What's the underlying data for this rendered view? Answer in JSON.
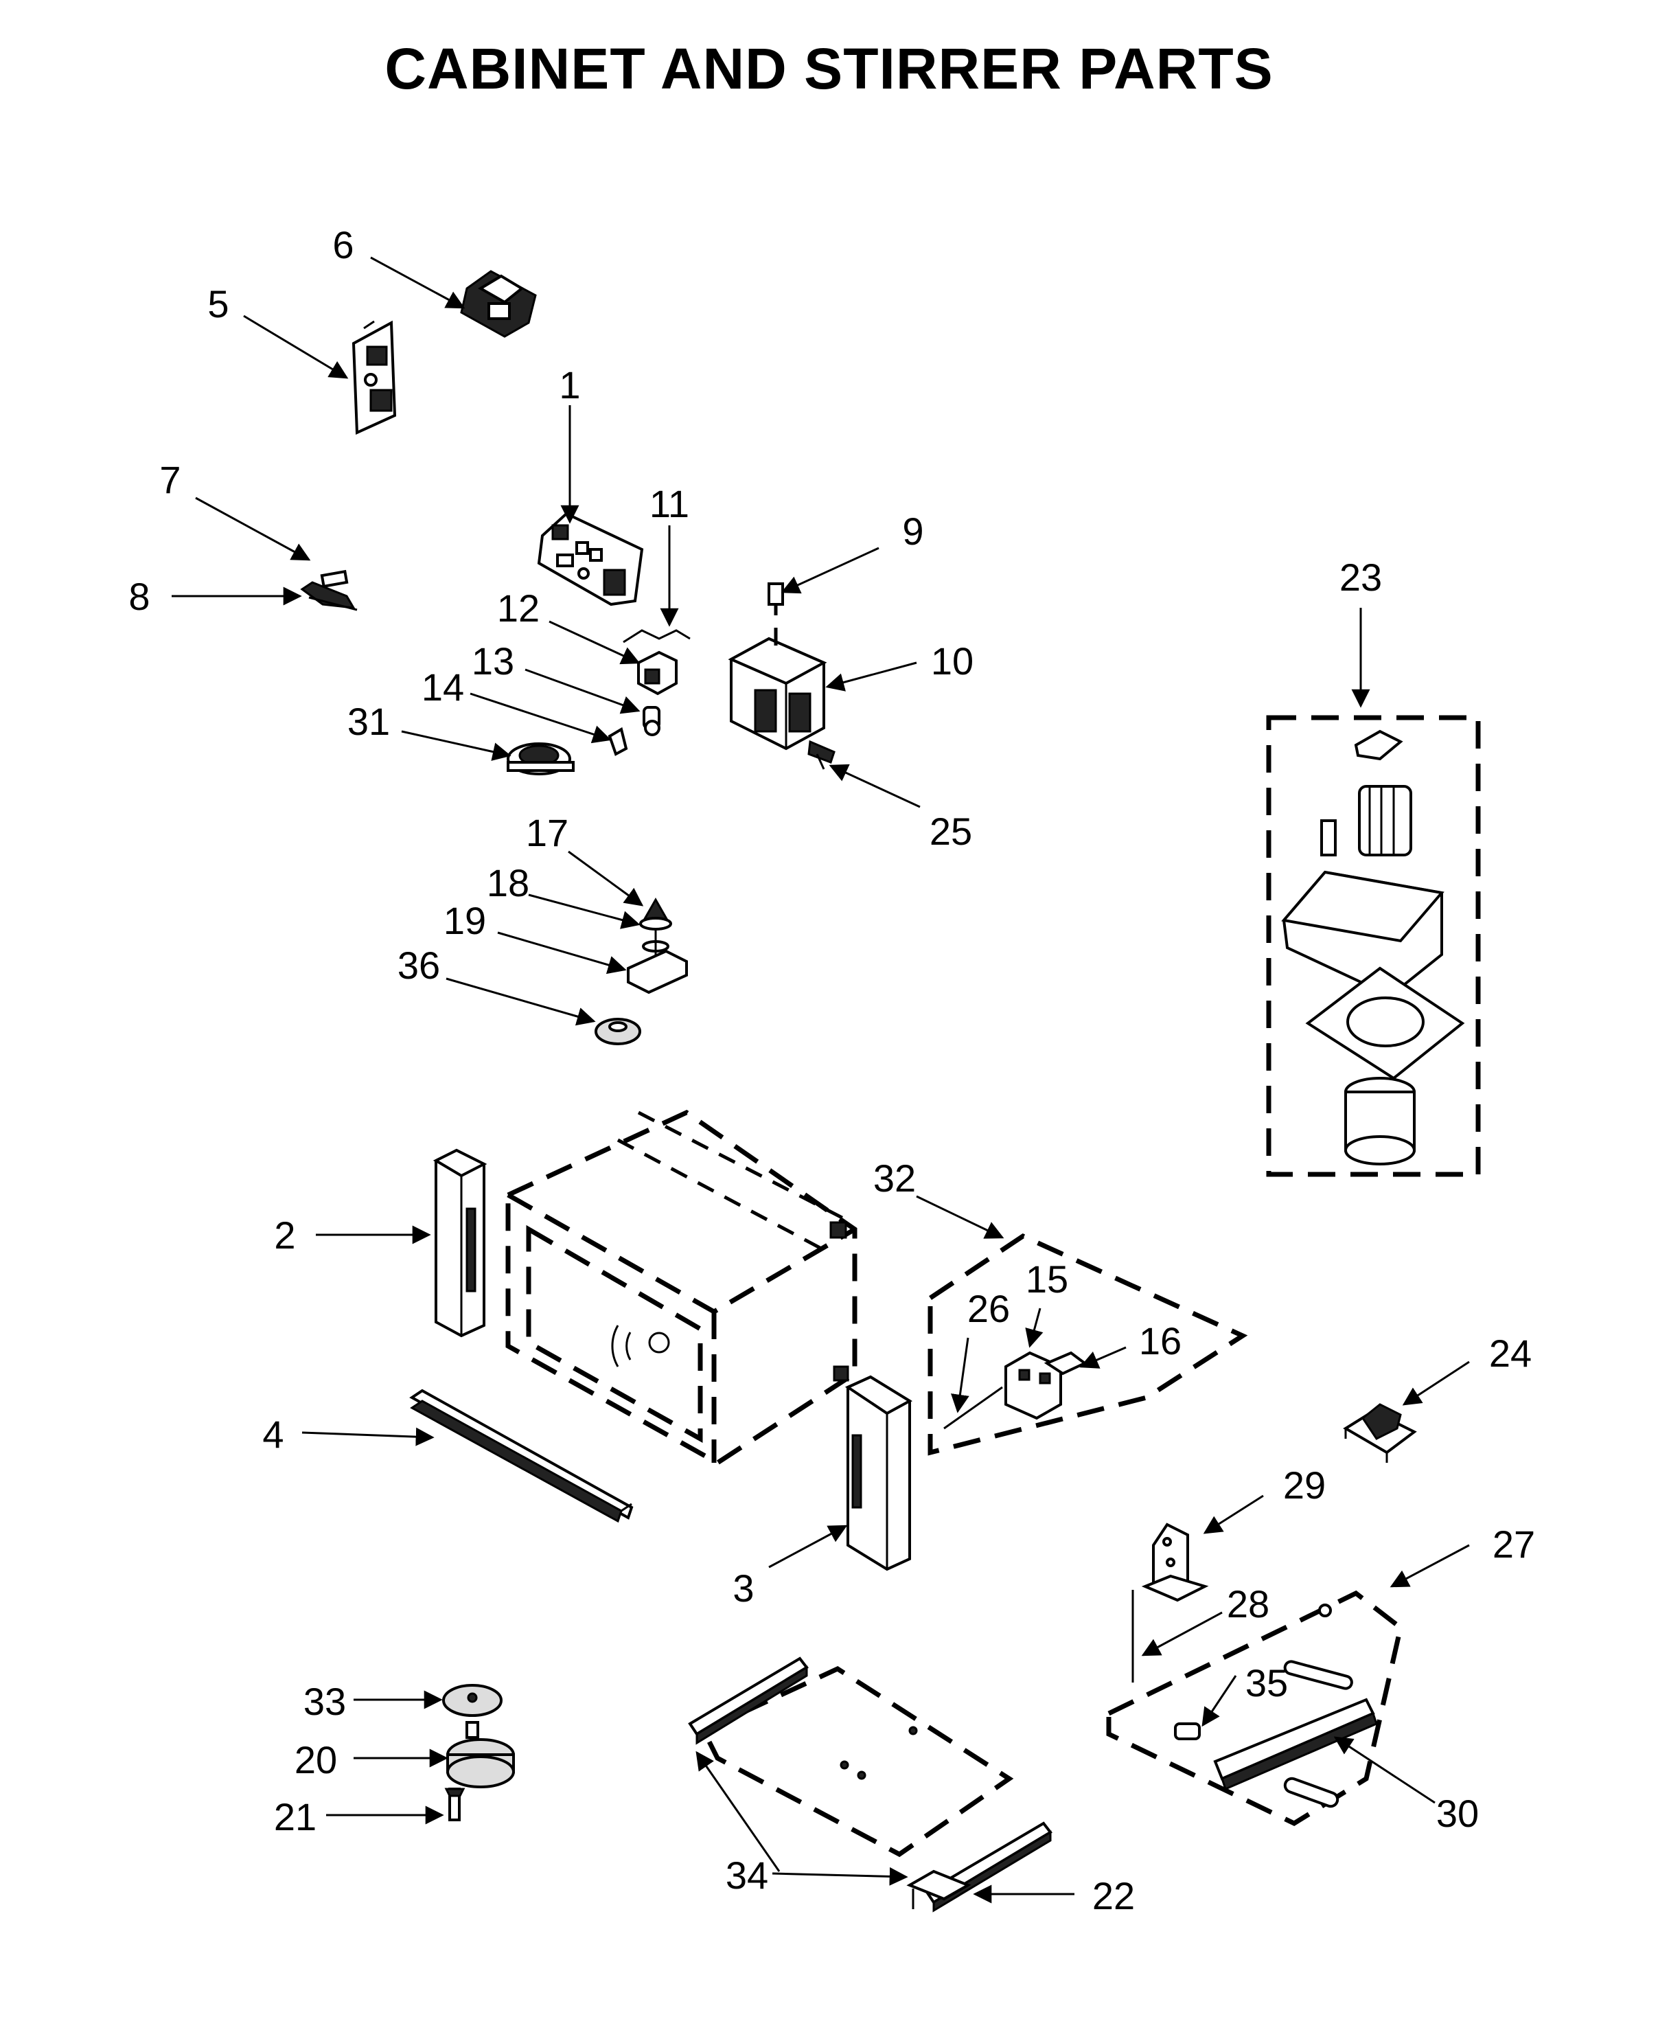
{
  "title": "CABINET AND STIRRER PARTS",
  "callouts": {
    "c1": "1",
    "c2": "2",
    "c3": "3",
    "c4": "4",
    "c5": "5",
    "c6": "6",
    "c7": "7",
    "c8": "8",
    "c9": "9",
    "c10": "10",
    "c11": "11",
    "c12": "12",
    "c13": "13",
    "c14": "14",
    "c15": "15",
    "c16": "16",
    "c17": "17",
    "c18": "18",
    "c19": "19",
    "c20": "20",
    "c21": "21",
    "c22": "22",
    "c23": "23",
    "c24": "24",
    "c25": "25",
    "c26": "26",
    "c27": "27",
    "c28": "28",
    "c29": "29",
    "c30": "30",
    "c31": "31",
    "c32": "32",
    "c33": "33",
    "c34": "34",
    "c35": "35",
    "c36": "36"
  }
}
